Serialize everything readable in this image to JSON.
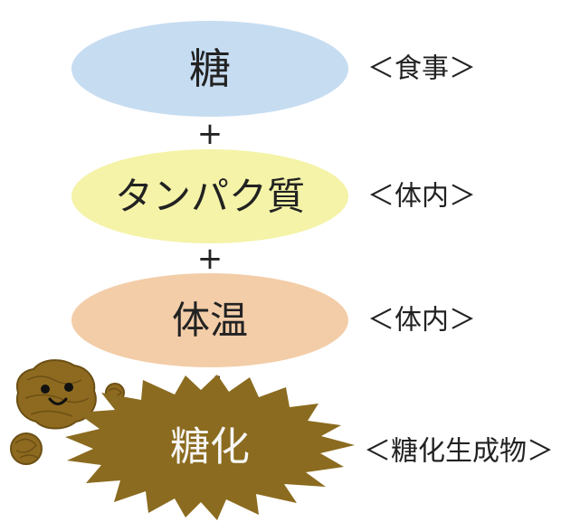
{
  "steps": [
    {
      "label": "糖",
      "source": "＜食事＞",
      "color": "#c6dcf1"
    },
    {
      "label": "タンパク質",
      "source": "＜体内＞",
      "color": "#f4f3a8"
    },
    {
      "label": "体温",
      "source": "＜体内＞",
      "color": "#f3cda8"
    }
  ],
  "operators": [
    "+",
    "+"
  ],
  "arrow": "⇓",
  "result": {
    "label": "糖化",
    "source": "＜糖化生成物＞",
    "color": "#8b6b1f"
  },
  "blob_color": "#8e6a20"
}
